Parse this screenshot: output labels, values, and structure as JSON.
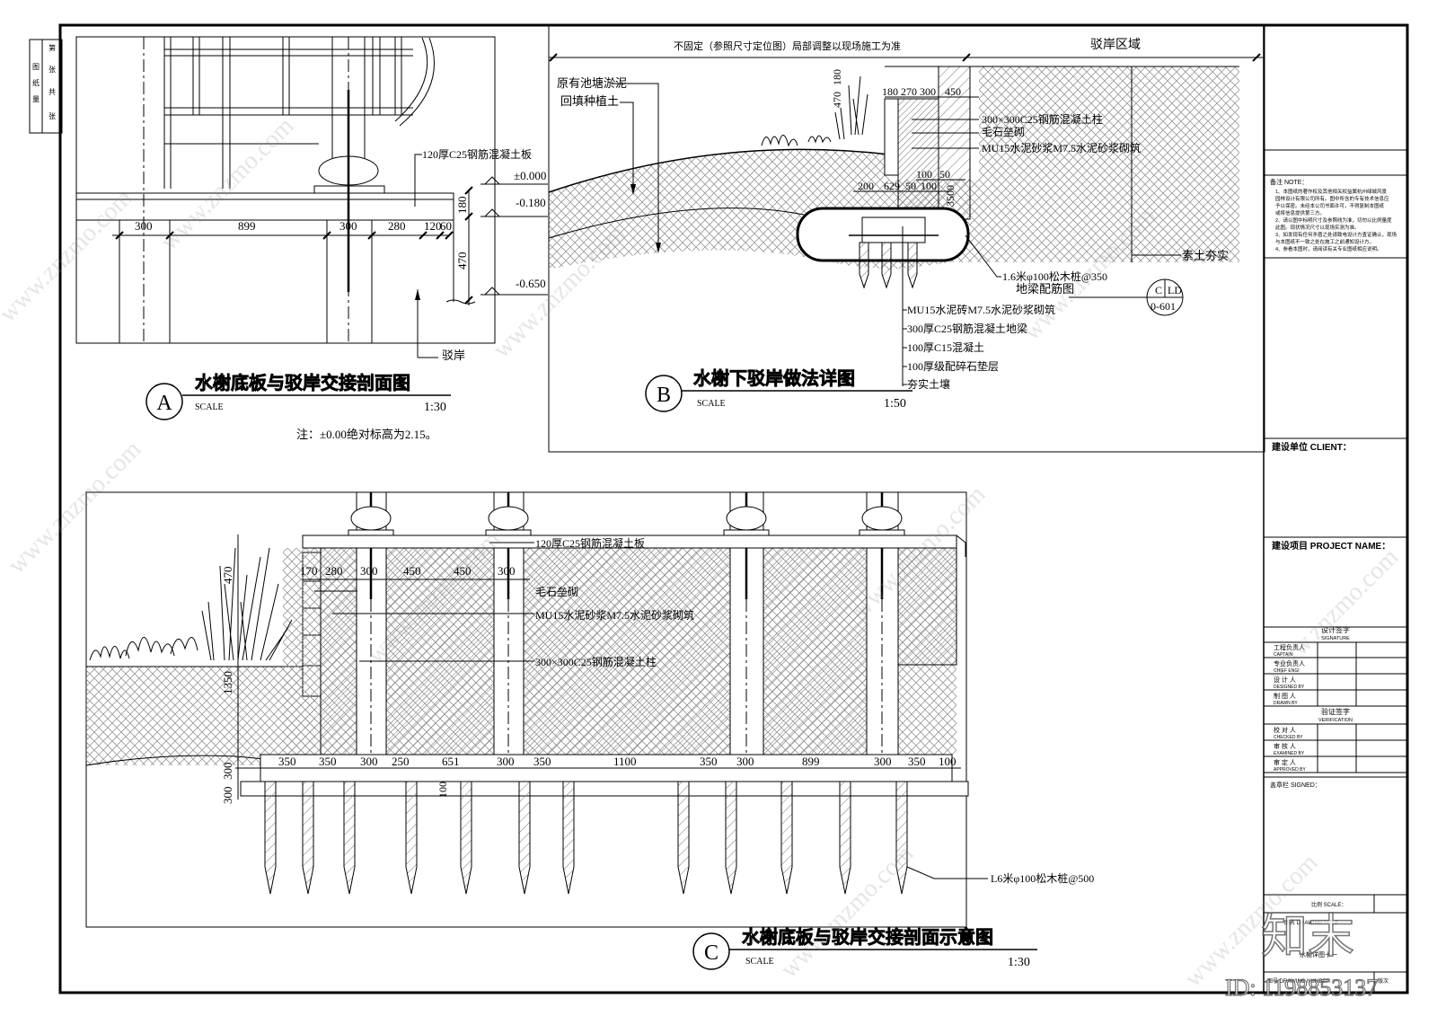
{
  "stamp": {
    "col1": [
      "图",
      "纸",
      "量"
    ],
    "col2": [
      "第",
      "张",
      "共",
      "张"
    ]
  },
  "titles": {
    "a": {
      "letter": "A",
      "text": "水榭底板与驳岸交接剖面图",
      "scale_word": "SCALE",
      "scale": "1:30"
    },
    "b": {
      "letter": "B",
      "text": "水榭下驳岸做法详图",
      "scale_word": "SCALE",
      "scale": "1:50"
    },
    "c": {
      "letter": "C",
      "text": "水榭底板与驳岸交接剖面示意图",
      "scale_word": "SCALE",
      "scale": "1:30"
    }
  },
  "note_a": "注：±0.00绝对标高为2.15。",
  "detail_a": {
    "labels": {
      "slab": "120厚C25钢筋混凝土板",
      "revetment": "驳岸"
    },
    "elevations": [
      "±0.000",
      "-0.180",
      "-0.650"
    ],
    "dims_h": [
      "300",
      "899",
      "300",
      "280",
      "120",
      "60"
    ],
    "dims_v": [
      "180",
      "470"
    ]
  },
  "detail_b": {
    "top_note": "不固定（参照尺寸定位图）局部调整以现场施工为准",
    "zone": "驳岸区域",
    "left_labels": [
      "原有池塘淤泥",
      "回填种植土"
    ],
    "right_labels": [
      "300×300C25钢筋混凝土柱",
      "毛石垒砌",
      "MU15水泥砂浆M7.5水泥砂浆砌筑"
    ],
    "fill": "素土夯实",
    "pile": "1.6米φ100松木桩@350",
    "beam_ref": "地梁配筋图",
    "ref_top": "C",
    "ref_top2": "LD",
    "ref_bottom": "0-601",
    "layers": [
      "MU15水泥砖M7.5水泥砂浆砌筑",
      "300厚C25钢筋混凝土地梁",
      "100厚C15混凝土",
      "100厚级配碎石垫层",
      "夯实土壤"
    ],
    "dims_top": [
      "180",
      "270",
      "300",
      "450"
    ],
    "dims_mid": [
      "100",
      "50"
    ],
    "dims_low": [
      "200",
      "629",
      "50",
      "100"
    ],
    "dims_v": [
      "470",
      "180",
      "3500"
    ]
  },
  "detail_c": {
    "labels": [
      "120厚C25钢筋混凝土板",
      "毛石垒砌",
      "MU15水泥砂浆M7.5水泥砂浆砌筑",
      "300×300C25钢筋混凝土柱"
    ],
    "pile": "L6米φ100松木桩@500",
    "dims_top": [
      "170",
      "280",
      "300",
      "450",
      "450",
      "300"
    ],
    "dims_bottom": [
      "350",
      "350",
      "300",
      "250",
      "651",
      "300",
      "350",
      "1100",
      "350",
      "300",
      "899",
      "300",
      "350",
      "100"
    ],
    "dims_v": [
      "470",
      "1350",
      "300",
      "300"
    ],
    "dim_mid": "100"
  },
  "title_block": {
    "note_head": "备注 NOTE：",
    "notes": [
      "1、本图纸的著作权及其他相关权益属杭州绿城风景",
      "园林设计有限公司所有。图中所含的专有技术信息应",
      "予以保密。未经本公司书面许可，不得复制本图纸",
      "或将信息提供第三方。",
      "2、请以图中标明尺寸及参照线为准，切勿以比例量度",
      "此图。现状情况尺寸以现场实测为准。",
      "3、如发现有任何矛盾之处请致电设计方査证确认，现场",
      "与本图纸不一致之处在施工之前通知设计方。",
      "4、参看本图时，请阅读有关专业图纸相应说明。"
    ],
    "client": "建设单位 CLIENT：",
    "project": "建设项目 PROJECT NAME：",
    "sig_head": "设计签字",
    "sig_head_en": "SIGNATURE",
    "sig_rows": [
      {
        "cn": "工程负责人",
        "en": "CAPTAIN"
      },
      {
        "cn": "专业负责人",
        "en": "CHIEF ENGI"
      },
      {
        "cn": "设 计 人",
        "en": "DESIGNED BY"
      },
      {
        "cn": "制 图 人",
        "en": "DRAWN BY"
      }
    ],
    "ver_head": "验证签字",
    "ver_head_en": "VERIFICATION",
    "ver_rows": [
      {
        "cn": "校 对 人",
        "en": "CHECKED BY"
      },
      {
        "cn": "审 核 人",
        "en": "EXAMINED BY"
      },
      {
        "cn": "审 定 人",
        "en": "APPROVED BY"
      }
    ],
    "signed": "盖章栏   SIGNED：",
    "scale_row": "比例 SCALE：",
    "title_row": "图名 DRAWING TITLE",
    "drawing_title": "水榭详图十一",
    "number_row": "图号 DRAWING NUMBER",
    "sheet_row": "版次"
  },
  "watermark": {
    "brand": "知末",
    "id": "ID: 1198853137",
    "site": "www.znzmo.com"
  }
}
